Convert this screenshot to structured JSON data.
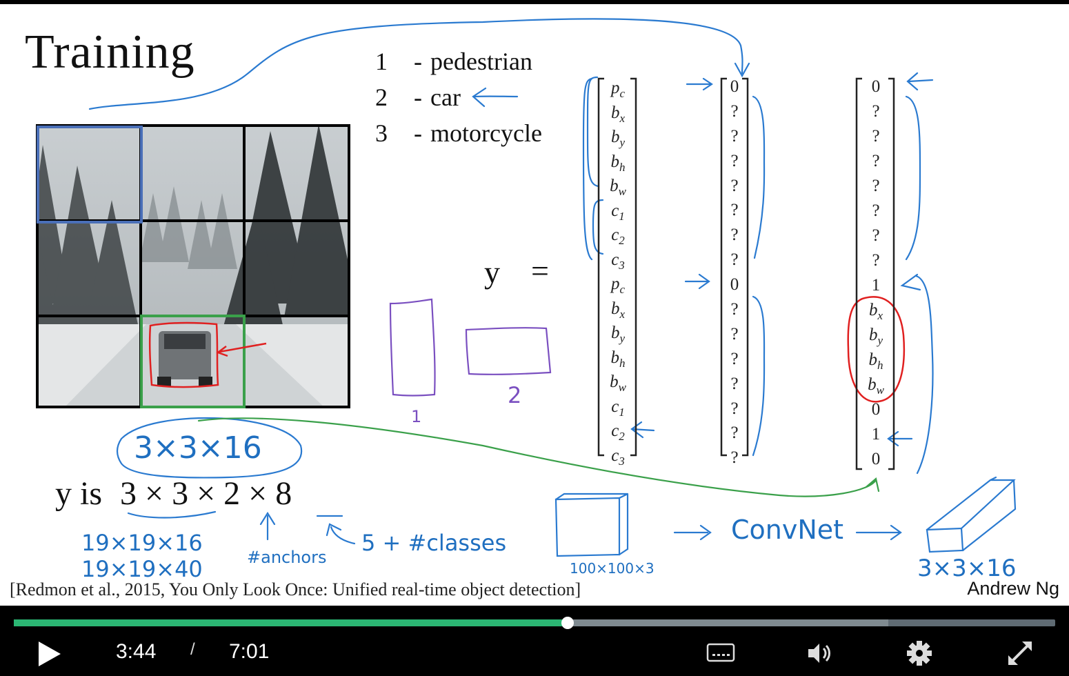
{
  "slide": {
    "title": "Training",
    "classes": [
      {
        "num": "1",
        "label": "pedestrian"
      },
      {
        "num": "2",
        "label": "car"
      },
      {
        "num": "3",
        "label": "motorcycle"
      }
    ],
    "y_label": "y",
    "equals": "=",
    "y_vector": [
      "p",
      "b",
      "b",
      "b",
      "b",
      "c",
      "c",
      "c",
      "p",
      "b",
      "b",
      "b",
      "b",
      "c",
      "c",
      "c"
    ],
    "y_vector_sub": [
      "c",
      "x",
      "y",
      "h",
      "w",
      "1",
      "2",
      "3",
      "c",
      "x",
      "y",
      "h",
      "w",
      "1",
      "2",
      "3"
    ],
    "example_vector_1": [
      "0",
      "?",
      "?",
      "?",
      "?",
      "?",
      "?",
      "?",
      "0",
      "?",
      "?",
      "?",
      "?",
      "?",
      "?",
      "?"
    ],
    "example_vector_2_top": [
      "0",
      "?",
      "?",
      "?",
      "?",
      "?",
      "?",
      "?",
      "1"
    ],
    "example_vector_2_b": [
      "b",
      "b",
      "b",
      "b"
    ],
    "example_vector_2_b_sub": [
      "x",
      "y",
      "h",
      "w"
    ],
    "example_vector_2_bottom": [
      "0",
      "1",
      "0"
    ],
    "shape_line": {
      "prefix": "y is",
      "n1": "3",
      "x1": "×",
      "n2": "3",
      "x2": "×",
      "n3": "2",
      "x3": "×",
      "n4": "8"
    },
    "annotations": {
      "shape_circle": "3×3×16",
      "size1": "19×19×16",
      "size2": "19×19×40",
      "anchors": "#anchors",
      "classes": "5 + #classes",
      "anchor1": "1",
      "anchor2": "2",
      "input_size": "100×100×3",
      "convnet": "ConvNet",
      "output_size": "3×3×16"
    },
    "citation": "[Redmon et al., 2015, You Only Look Once: Unified real-time object detection]",
    "author": "Andrew Ng"
  },
  "player": {
    "current_time": "3:44",
    "separator": "/",
    "duration": "7:01",
    "progress_fraction": 0.532,
    "buffered_fraction": 0.84,
    "colors": {
      "played": "#2bb673",
      "buffered": "#7f8a90",
      "track": "#5f6b73"
    },
    "icons": [
      "play-icon",
      "captions-icon",
      "volume-icon",
      "settings-icon",
      "fullscreen-icon"
    ]
  }
}
